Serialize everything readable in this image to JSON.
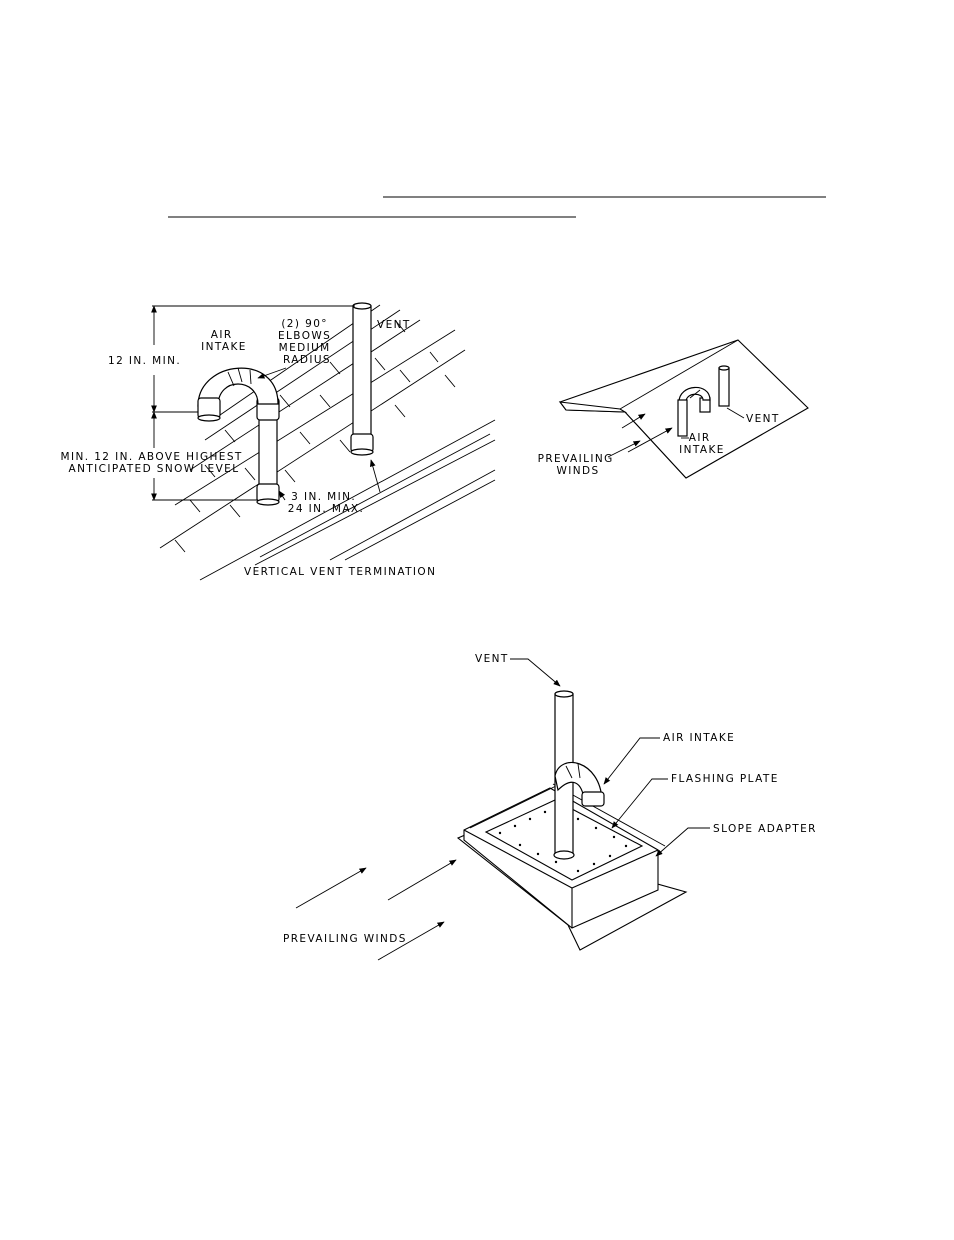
{
  "title_rules": [
    "",
    ""
  ],
  "figure_left": {
    "air_intake": "AIR\nINTAKE",
    "elbows": "(2) 90°\nELBOWS\nMEDIUM\nRADIUS",
    "vent": "VENT",
    "dim_top": "12 IN. MIN.",
    "dim_bottom": "MIN. 12 IN. ABOVE HIGHEST\nANTICIPATED SNOW LEVEL",
    "spacing": "3 IN. MIN.\n24 IN. MAX.",
    "caption": "VERTICAL VENT TERMINATION"
  },
  "figure_right": {
    "vent": "VENT",
    "air_intake": "AIR\nINTAKE",
    "winds": "PREVAILING\nWINDS"
  },
  "figure_bottom": {
    "vent": "VENT",
    "air_intake": "AIR INTAKE",
    "flashing_plate": "FLASHING PLATE",
    "slope_adapter": "SLOPE ADAPTER",
    "winds": "PREVAILING WINDS"
  }
}
